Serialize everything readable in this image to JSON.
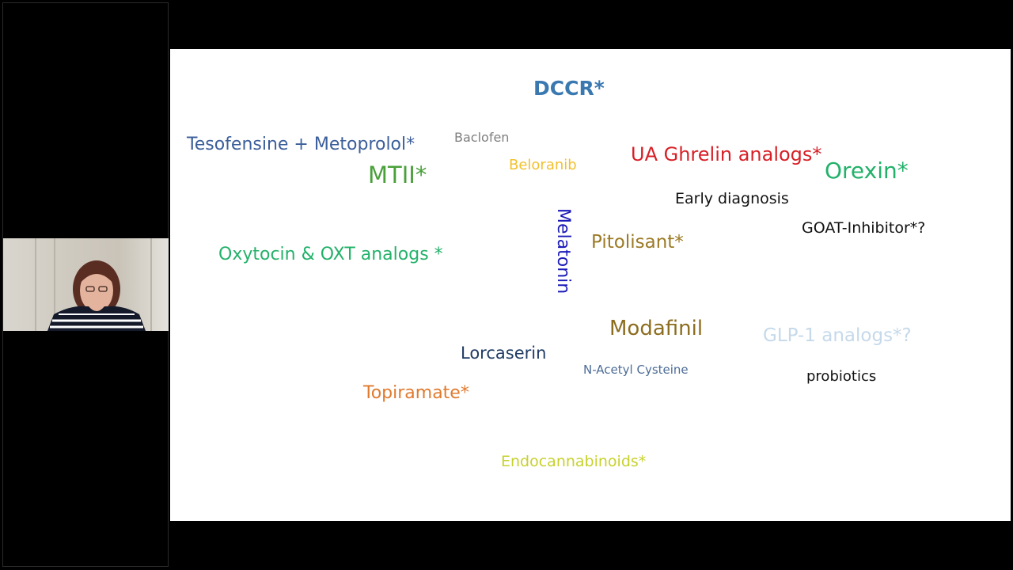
{
  "slide": {
    "words": {
      "dccr": {
        "text": "DCCR*",
        "color": "#3a78b0"
      },
      "tesofensine": {
        "text": "Tesofensine + Metoprolol*",
        "color": "#3b5f9b"
      },
      "baclofen": {
        "text": "Baclofen",
        "color": "#7f7f7f"
      },
      "ua_ghrelin": {
        "text": "UA Ghrelin analogs*",
        "color": "#d71f26"
      },
      "mtii": {
        "text": "MTII*",
        "color": "#4aa03b"
      },
      "beloranib": {
        "text": "Beloranib",
        "color": "#f2c12e"
      },
      "orexin": {
        "text": "Orexin*",
        "color": "#23b16a"
      },
      "early_diagnosis": {
        "text": "Early diagnosis",
        "color": "#111111"
      },
      "melatonin": {
        "text": "Melatonin",
        "color": "#1a1ab8"
      },
      "goat": {
        "text": "GOAT-Inhibitor*?",
        "color": "#111111"
      },
      "pitolisant": {
        "text": "Pitolisant*",
        "color": "#9b7a25"
      },
      "oxytocin": {
        "text": "Oxytocin & OXT analogs *",
        "color": "#23b16a"
      },
      "modafinil": {
        "text": "Modafinil",
        "color": "#8c6d1f"
      },
      "glp1": {
        "text": "GLP-1 analogs*?",
        "color": "#c6d9ea"
      },
      "lorcaserin": {
        "text": "Lorcaserin",
        "color": "#1f3b63"
      },
      "nac": {
        "text": "N-Acetyl Cysteine",
        "color": "#4c6c96"
      },
      "probiotics": {
        "text": "probiotics",
        "color": "#111111"
      },
      "topiramate": {
        "text": "Topiramate*",
        "color": "#e07a2e"
      },
      "endocannabinoids": {
        "text": "Endocannabinoids*",
        "color": "#c7d12d"
      }
    }
  },
  "participant": {
    "icon": "person-video-icon"
  }
}
